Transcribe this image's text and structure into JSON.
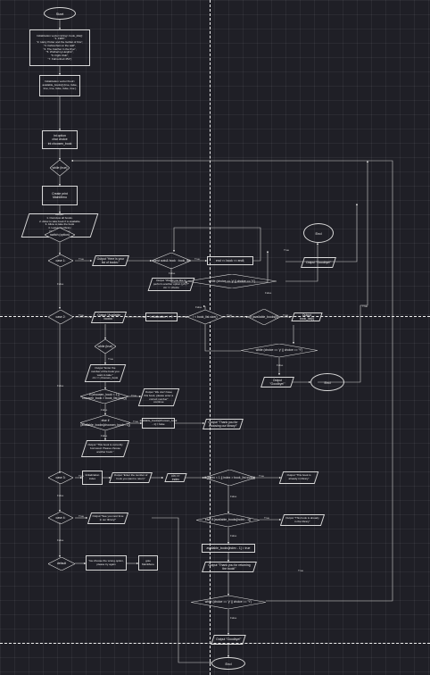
{
  "nodes": {
    "start": "Start",
    "init_vector": "Initialization vector<string> book_title[]:\n\"1. 1984\",\n\"2. Harry Potter and the Goblet of Fire\",\n\"3. Fahrenheit on the wall\",\n\"4. The Catcher in the Rye\",\n\"5. Wuthering Heights\",\n\"6. Fight Club\",\n\"7. Fahrenheit 451\"}",
    "init_bool": "Initialization vector<bool> available_books[] {true, false, true, true, false, false, true }",
    "int_option": "int option\nchar choice\nint choosen_book",
    "while_true": "while (true)",
    "create_menu": "Create print MainMenu",
    "output_menu": "Output:\n1. Overview all books.\n2. Allow to take book if is available\n3. Allow to take the book\n4. Leave the library\nChoose an option\ncin >> option",
    "switch": "switch (option)",
    "case1": "case 1:",
    "out_list": "Output \"Here is your list of books:\"",
    "const_auto": "const auto& book : book_list",
    "end_cout": "end << book << endl;",
    "out_would": "Output \"Would you like to perform another option (y/n)?\"\ncin >> choice",
    "while_choice_1": "while (choice == 'y' || choice == 'Y')",
    "end_right": "End",
    "out_goodbye_1": "Output \"Goodbye!\"",
    "case2": "case 2:",
    "out_available": "Output \"Available books:\"",
    "init_i": "Initialization i = 0",
    "i_less": "i < book_list.size()",
    "if_available": "if (available_books[i])",
    "out_book_i": "Output book_list[i]",
    "while_true_2": "while (true)",
    "out_enter_number": "Output \"Enter the number of the book you want to take:\"\ncin >> choosen_book",
    "if_choosen": "if (choosen_book < 1 || choosen_book > book_list.size())",
    "out_dont_have": "Output \"We don't have this book, please enter a correct number\"\ncontinue",
    "else_if_available": "else if (available_books[choosen_book - 1])",
    "available_false": "available_books[choosen_book - 1] = false",
    "out_thank_1": "Output \"Thank you for choosing our library!\"",
    "out_currently": "Output \"This book is currently borrowed. Please choose another book.\"",
    "while_choice_2": "while (choice == 'y' || choice == 'Y')",
    "out_goodbye_2": "Output \"Goodbye!\"",
    "end_mid": "End",
    "case3": "case 3:",
    "init_index": "Initialization index",
    "out_return_number": "Output \"Enter the number of book you want to return\"",
    "cin_index": "cin >> index",
    "if_index": "if (index < 1 || index > book_list.size())",
    "out_already_1": "Output \"This book is already in library\"",
    "case4": "case 4:",
    "out_see_you": "Output \"See you next time in our library!\"",
    "else_if_books": "else if (available_books[index - 1])",
    "out_already_2": "Output \"This book is already in the library\"",
    "available_true": "available_books[index - 1] = true",
    "out_thank_2": "Output \"Thank you for returning the book!\"",
    "default": "default",
    "out_wrong": "You choose the wrong option, please try again",
    "goto_menu": "goto MainMenu",
    "while_choice_3": "while (choice == 'y' || choice == 'Y')",
    "out_goodbye_3": "Output \"Goodbye!\"",
    "end_bottom": "End"
  },
  "labels": {
    "true": "True",
    "false": "False"
  },
  "colors": {
    "background": "#1f1f26",
    "stroke": "#d8d8d8",
    "text": "#ececec",
    "divider": "#f2f2f2"
  }
}
